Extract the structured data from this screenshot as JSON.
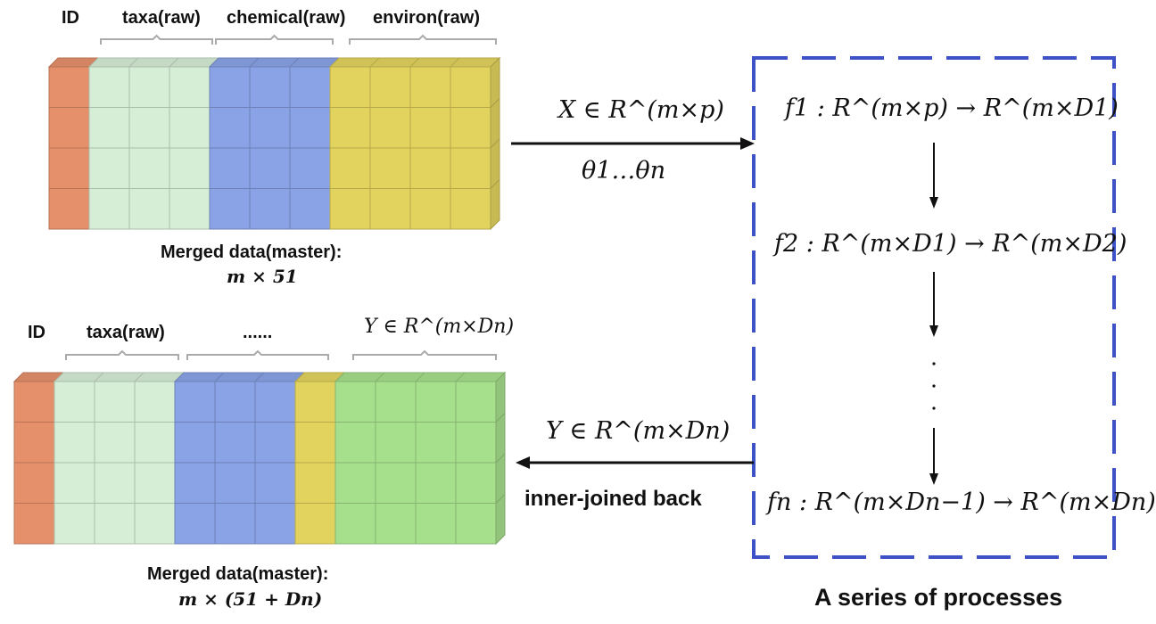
{
  "top_block": {
    "headers": {
      "id": "ID",
      "taxa": "taxa(raw)",
      "chemical": "chemical(raw)",
      "environ": "environ(raw)"
    },
    "caption_line1": "Merged data(master):",
    "caption_line2": "m × 51"
  },
  "bottom_block": {
    "headers": {
      "id": "ID",
      "taxa": "taxa(raw)",
      "dots": "......",
      "y_label": "Y ∈ R^(m×Dn)"
    },
    "caption_line1": "Merged data(master):",
    "caption_line2": "m × (51 + Dn)"
  },
  "arrow_in": {
    "label_top": "X ∈ R^(m×p)",
    "label_bottom": "θ1…θn"
  },
  "arrow_out": {
    "label_top": "Y ∈ R^(m×Dn)",
    "label_bottom": "inner-joined back"
  },
  "process_box": {
    "caption": "A series of processes",
    "steps": [
      "f1 : R^(m×p) → R^(m×D1)",
      "f2 : R^(m×D1) → R^(m×D2)",
      "fn : R^(m×Dn−1) → R^(m×Dn)"
    ]
  },
  "colors": {
    "id": "#e5906a",
    "taxa": "#d6edd6",
    "chemical": "#8aa3e6",
    "environ": "#e2d35e",
    "new": "#a6e08c",
    "dash": "#3c52c6"
  }
}
